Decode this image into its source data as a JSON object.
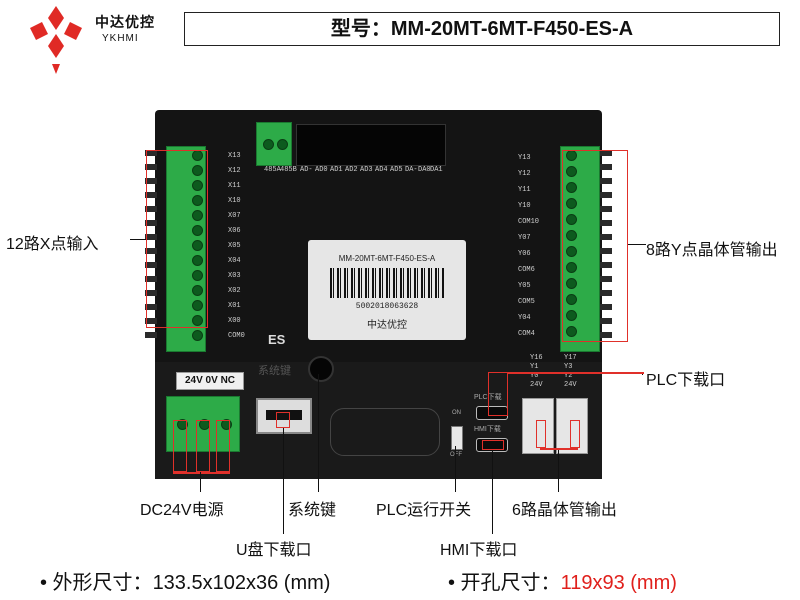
{
  "header": {
    "brand_cn": "中达优控",
    "brand_en": "YKHMI",
    "model_label": "型号：MM-20MT-6MT-F450-ES-A"
  },
  "device": {
    "sticker_model": "MM-20MT-6MT-F450-ES-A",
    "sticker_serial": "5002018063628",
    "sticker_brand": "中达优控",
    "es_label": "ES",
    "power_label": "24V 0V NC",
    "key_label": "系统键",
    "analog_pins": [
      "485A",
      "485B",
      "AD-",
      "AD0",
      "AD1",
      "AD2",
      "AD3",
      "AD4",
      "AD5",
      "DA-",
      "DA0",
      "DA1"
    ],
    "x_inputs": [
      "X13",
      "X12",
      "X11",
      "X10",
      "X07",
      "X06",
      "X05",
      "X04",
      "X03",
      "X02",
      "X01",
      "X00",
      "COM0"
    ],
    "y_outputs": [
      "Y13",
      "Y12",
      "Y11",
      "Y10",
      "COM10",
      "Y07",
      "Y06",
      "COM6",
      "Y05",
      "COM5",
      "Y04",
      "COM4"
    ],
    "lower_y_left": [
      "Y16",
      "Y1",
      "Y0",
      "24V"
    ],
    "lower_y_right": [
      "Y17",
      "Y3",
      "Y2",
      "24V"
    ],
    "plc_port_label": "PLC下载",
    "hmi_port_label": "HMI下载",
    "switch_on": "ON",
    "switch_off": "OFF"
  },
  "callouts": {
    "x_input": "12路X点输入",
    "y_output": "8路Y点晶体管输出",
    "plc_download": "PLC下载口",
    "dc24v": "DC24V电源",
    "system_key": "系统键",
    "plc_run_switch": "PLC运行开关",
    "transistor_6": "6路晶体管输出",
    "usb_download": "U盘下载口",
    "hmi_download": "HMI下载口"
  },
  "footer": {
    "dim_label": "• 外形尺寸：",
    "dim_value": "133.5x102x36 (mm)",
    "cut_label": "• 开孔尺寸：",
    "cut_value": "119x93 (mm)",
    "cut_value_color": "#e0201c"
  }
}
